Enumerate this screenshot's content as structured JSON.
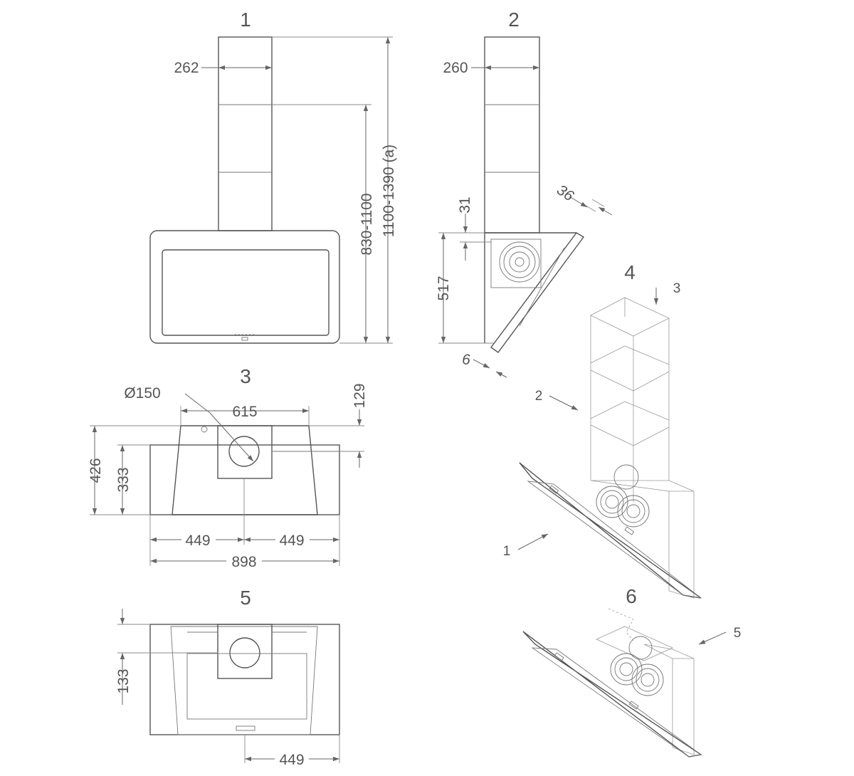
{
  "views": [
    {
      "id": "1",
      "label": "1"
    },
    {
      "id": "2",
      "label": "2"
    },
    {
      "id": "3",
      "label": "3"
    },
    {
      "id": "4",
      "label": "4"
    },
    {
      "id": "5",
      "label": "5"
    },
    {
      "id": "6",
      "label": "6"
    }
  ],
  "dimensions": {
    "v1_chimney_width": "262",
    "v1_height_range": "830-1100",
    "v1_overall_height": "1100-1390 (a)",
    "v2_chimney_depth": "260",
    "v2_angle_width": "36",
    "v2_top_offset": "31",
    "v2_hood_height": "517",
    "v2_glass_thickness": "6",
    "v3_outlet_diameter": "Ø150",
    "v3_top_width": "615",
    "v3_top_step": "129",
    "v3_total_height": "426",
    "v3_body_height": "333",
    "v3_half_left": "449",
    "v3_half_right": "449",
    "v3_total_width": "898",
    "v5_offset_height": "133",
    "v5_half_width": "449"
  },
  "callouts": {
    "v4_part_3": "3",
    "v4_part_2": "2",
    "v4_part_1": "1",
    "v6_part_5": "5"
  }
}
